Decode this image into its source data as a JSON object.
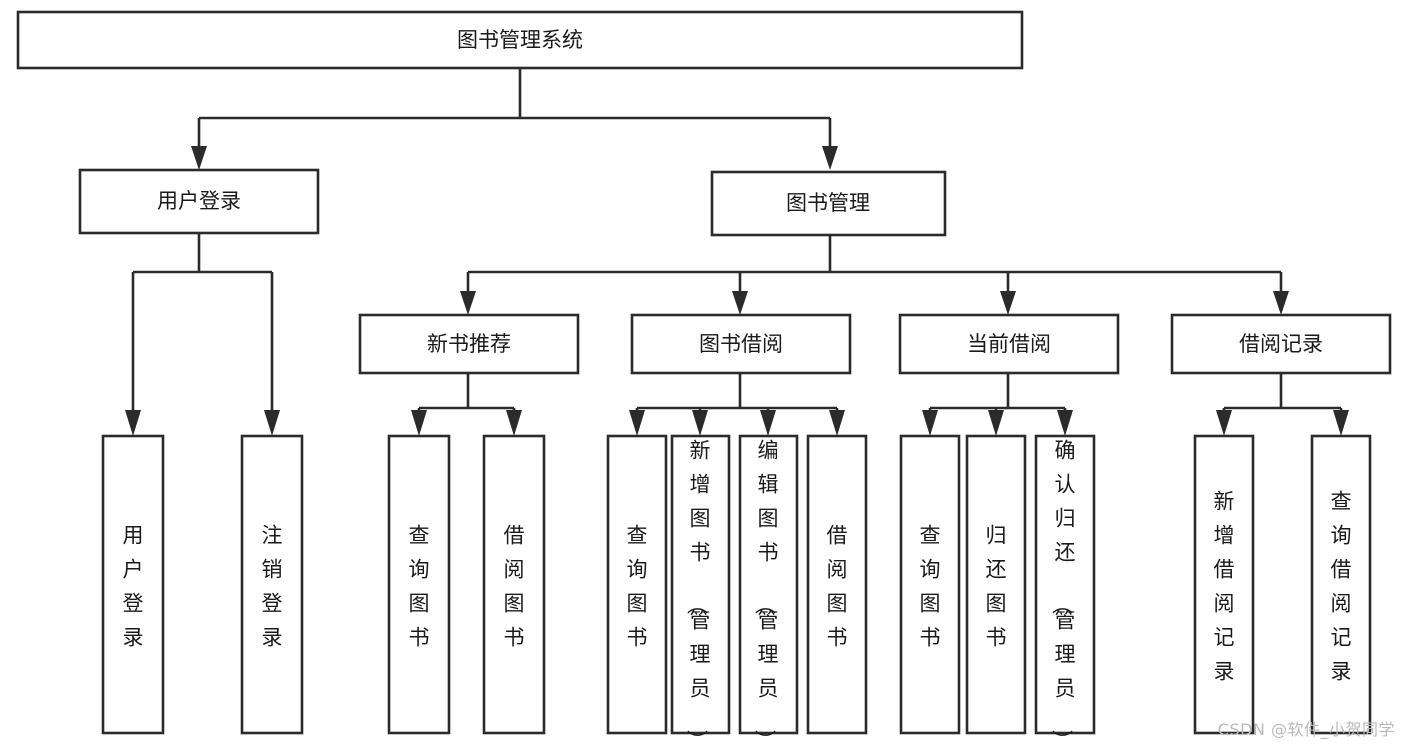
{
  "diagram": {
    "title": "图书管理系统",
    "type": "hierarchy-tree",
    "root": {
      "id": "root",
      "label": "图书管理系统",
      "orientation": "horizontal"
    },
    "level2": [
      {
        "id": "user-login",
        "label": "用户登录",
        "orientation": "horizontal"
      },
      {
        "id": "book-manage",
        "label": "图书管理",
        "orientation": "horizontal"
      }
    ],
    "level3": [
      {
        "id": "new-book-recommend",
        "label": "新书推荐",
        "orientation": "horizontal",
        "parent": "book-manage"
      },
      {
        "id": "book-borrow",
        "label": "图书借阅",
        "orientation": "horizontal",
        "parent": "book-manage"
      },
      {
        "id": "current-borrow",
        "label": "当前借阅",
        "orientation": "horizontal",
        "parent": "book-manage"
      },
      {
        "id": "borrow-record",
        "label": "借阅记录",
        "orientation": "horizontal",
        "parent": "book-manage"
      }
    ],
    "leaves": [
      {
        "id": "leaf-user-login",
        "label": "用户登录",
        "orientation": "vertical",
        "parent": "user-login"
      },
      {
        "id": "leaf-user-logout",
        "label": "注销登录",
        "orientation": "vertical",
        "parent": "user-login"
      },
      {
        "id": "leaf-query-book-1",
        "label": "查询图书",
        "orientation": "vertical",
        "parent": "new-book-recommend"
      },
      {
        "id": "leaf-borrow-book-1",
        "label": "借阅图书",
        "orientation": "vertical",
        "parent": "new-book-recommend"
      },
      {
        "id": "leaf-query-book-2",
        "label": "查询图书",
        "orientation": "vertical",
        "parent": "book-borrow"
      },
      {
        "id": "leaf-add-book",
        "label": "新增图书（管理员）",
        "orientation": "vertical",
        "parent": "book-borrow"
      },
      {
        "id": "leaf-edit-book",
        "label": "编辑图书（管理员）",
        "orientation": "vertical",
        "parent": "book-borrow"
      },
      {
        "id": "leaf-borrow-book-2",
        "label": "借阅图书",
        "orientation": "vertical",
        "parent": "book-borrow"
      },
      {
        "id": "leaf-query-book-3",
        "label": "查询图书",
        "orientation": "vertical",
        "parent": "current-borrow"
      },
      {
        "id": "leaf-return-book",
        "label": "归还图书",
        "orientation": "vertical",
        "parent": "current-borrow"
      },
      {
        "id": "leaf-confirm-return",
        "label": "确认归还（管理员）",
        "orientation": "vertical",
        "parent": "current-borrow"
      },
      {
        "id": "leaf-add-record",
        "label": "新增借阅记录",
        "orientation": "vertical",
        "parent": "borrow-record"
      },
      {
        "id": "leaf-query-record",
        "label": "查询借阅记录",
        "orientation": "vertical",
        "parent": "borrow-record"
      }
    ],
    "colors": {
      "stroke": "#2b2b2b",
      "fill": "#ffffff",
      "text": "#1a1a1a",
      "watermark": "#b9b9b9"
    }
  },
  "watermark": {
    "text": "CSDN @软件_小贺同学"
  }
}
